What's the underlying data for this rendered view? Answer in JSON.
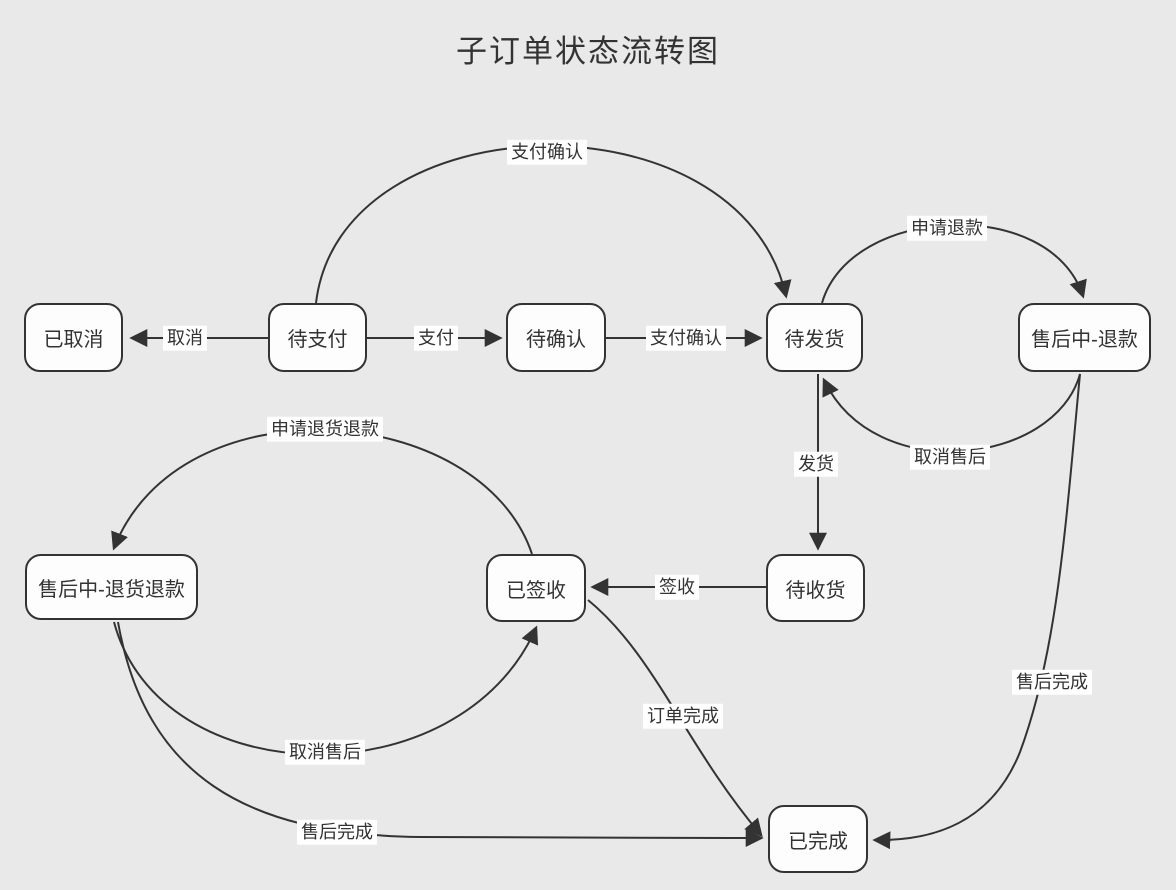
{
  "title": "子订单状态流转图",
  "colors": {
    "background": "#e9e9e9",
    "node_fill": "#fdfdfd",
    "stroke": "#333333",
    "text": "#333333",
    "label_bg": "#fefefe"
  },
  "nodes": [
    {
      "id": "cancelled",
      "label": "已取消"
    },
    {
      "id": "pending-payment",
      "label": "待支付"
    },
    {
      "id": "pending-confirm",
      "label": "待确认"
    },
    {
      "id": "pending-ship",
      "label": "待发货"
    },
    {
      "id": "aftersale-refund",
      "label": "售后中-退款"
    },
    {
      "id": "aftersale-return",
      "label": "售后中-退货退款"
    },
    {
      "id": "signed",
      "label": "已签收"
    },
    {
      "id": "pending-receive",
      "label": "待收货"
    },
    {
      "id": "completed",
      "label": "已完成"
    }
  ],
  "edges": [
    {
      "label": "取消",
      "from": "待支付",
      "to": "已取消"
    },
    {
      "label": "支付",
      "from": "待支付",
      "to": "待确认"
    },
    {
      "label": "支付确认",
      "from": "待确认",
      "to": "待发货"
    },
    {
      "label": "支付确认",
      "from": "待支付",
      "to": "待发货"
    },
    {
      "label": "申请退款",
      "from": "待发货",
      "to": "售后中-退款"
    },
    {
      "label": "取消售后",
      "from": "售后中-退款",
      "to": "待发货"
    },
    {
      "label": "发货",
      "from": "待发货",
      "to": "待收货"
    },
    {
      "label": "签收",
      "from": "待收货",
      "to": "已签收"
    },
    {
      "label": "申请退货退款",
      "from": "已签收",
      "to": "售后中-退货退款"
    },
    {
      "label": "取消售后",
      "from": "售后中-退货退款",
      "to": "已签收"
    },
    {
      "label": "订单完成",
      "from": "已签收",
      "to": "已完成"
    },
    {
      "label": "售后完成",
      "from": "售后中-退货退款",
      "to": "已完成"
    },
    {
      "label": "售后完成",
      "from": "售后中-退款",
      "to": "已完成"
    }
  ]
}
